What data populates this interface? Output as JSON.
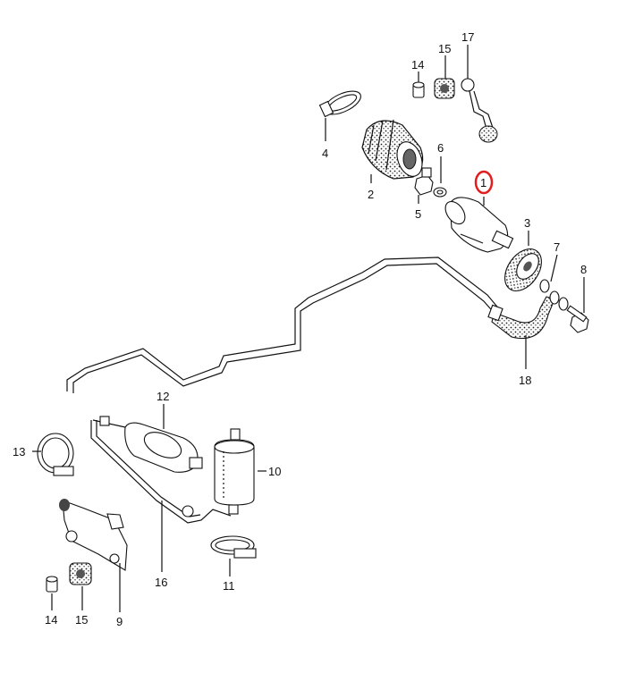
{
  "diagram": {
    "labels": {
      "p1": "1",
      "p2": "2",
      "p3": "3",
      "p4": "4",
      "p5": "5",
      "p6": "6",
      "p7": "7",
      "p8": "8",
      "p9": "9",
      "p10": "10",
      "p11": "11",
      "p12": "12",
      "p13": "13",
      "p14a": "14",
      "p14b": "14",
      "p15a": "15",
      "p15b": "15",
      "p16": "16",
      "p17": "17",
      "p18": "18"
    },
    "highlight_color": "#e11d1d"
  }
}
